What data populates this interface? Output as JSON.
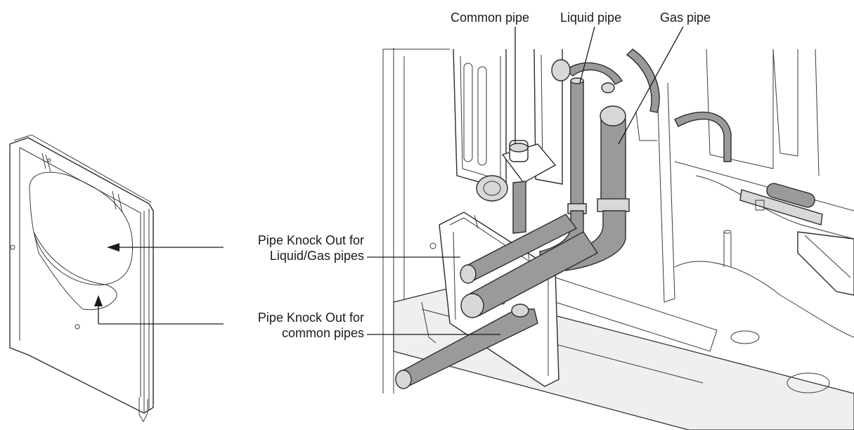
{
  "labels": {
    "common_pipe": "Common pipe",
    "liquid_pipe": "Liquid pipe",
    "gas_pipe": "Gas pipe",
    "knockout_liquid_gas_line1": "Pipe Knock Out for",
    "knockout_liquid_gas_line2": "Liquid/Gas pipes",
    "knockout_common_line1": "Pipe Knock Out for",
    "knockout_common_line2": "common pipes"
  },
  "pipe_fill_color": "#9a9a9a",
  "line_color": "#2b2b2b"
}
